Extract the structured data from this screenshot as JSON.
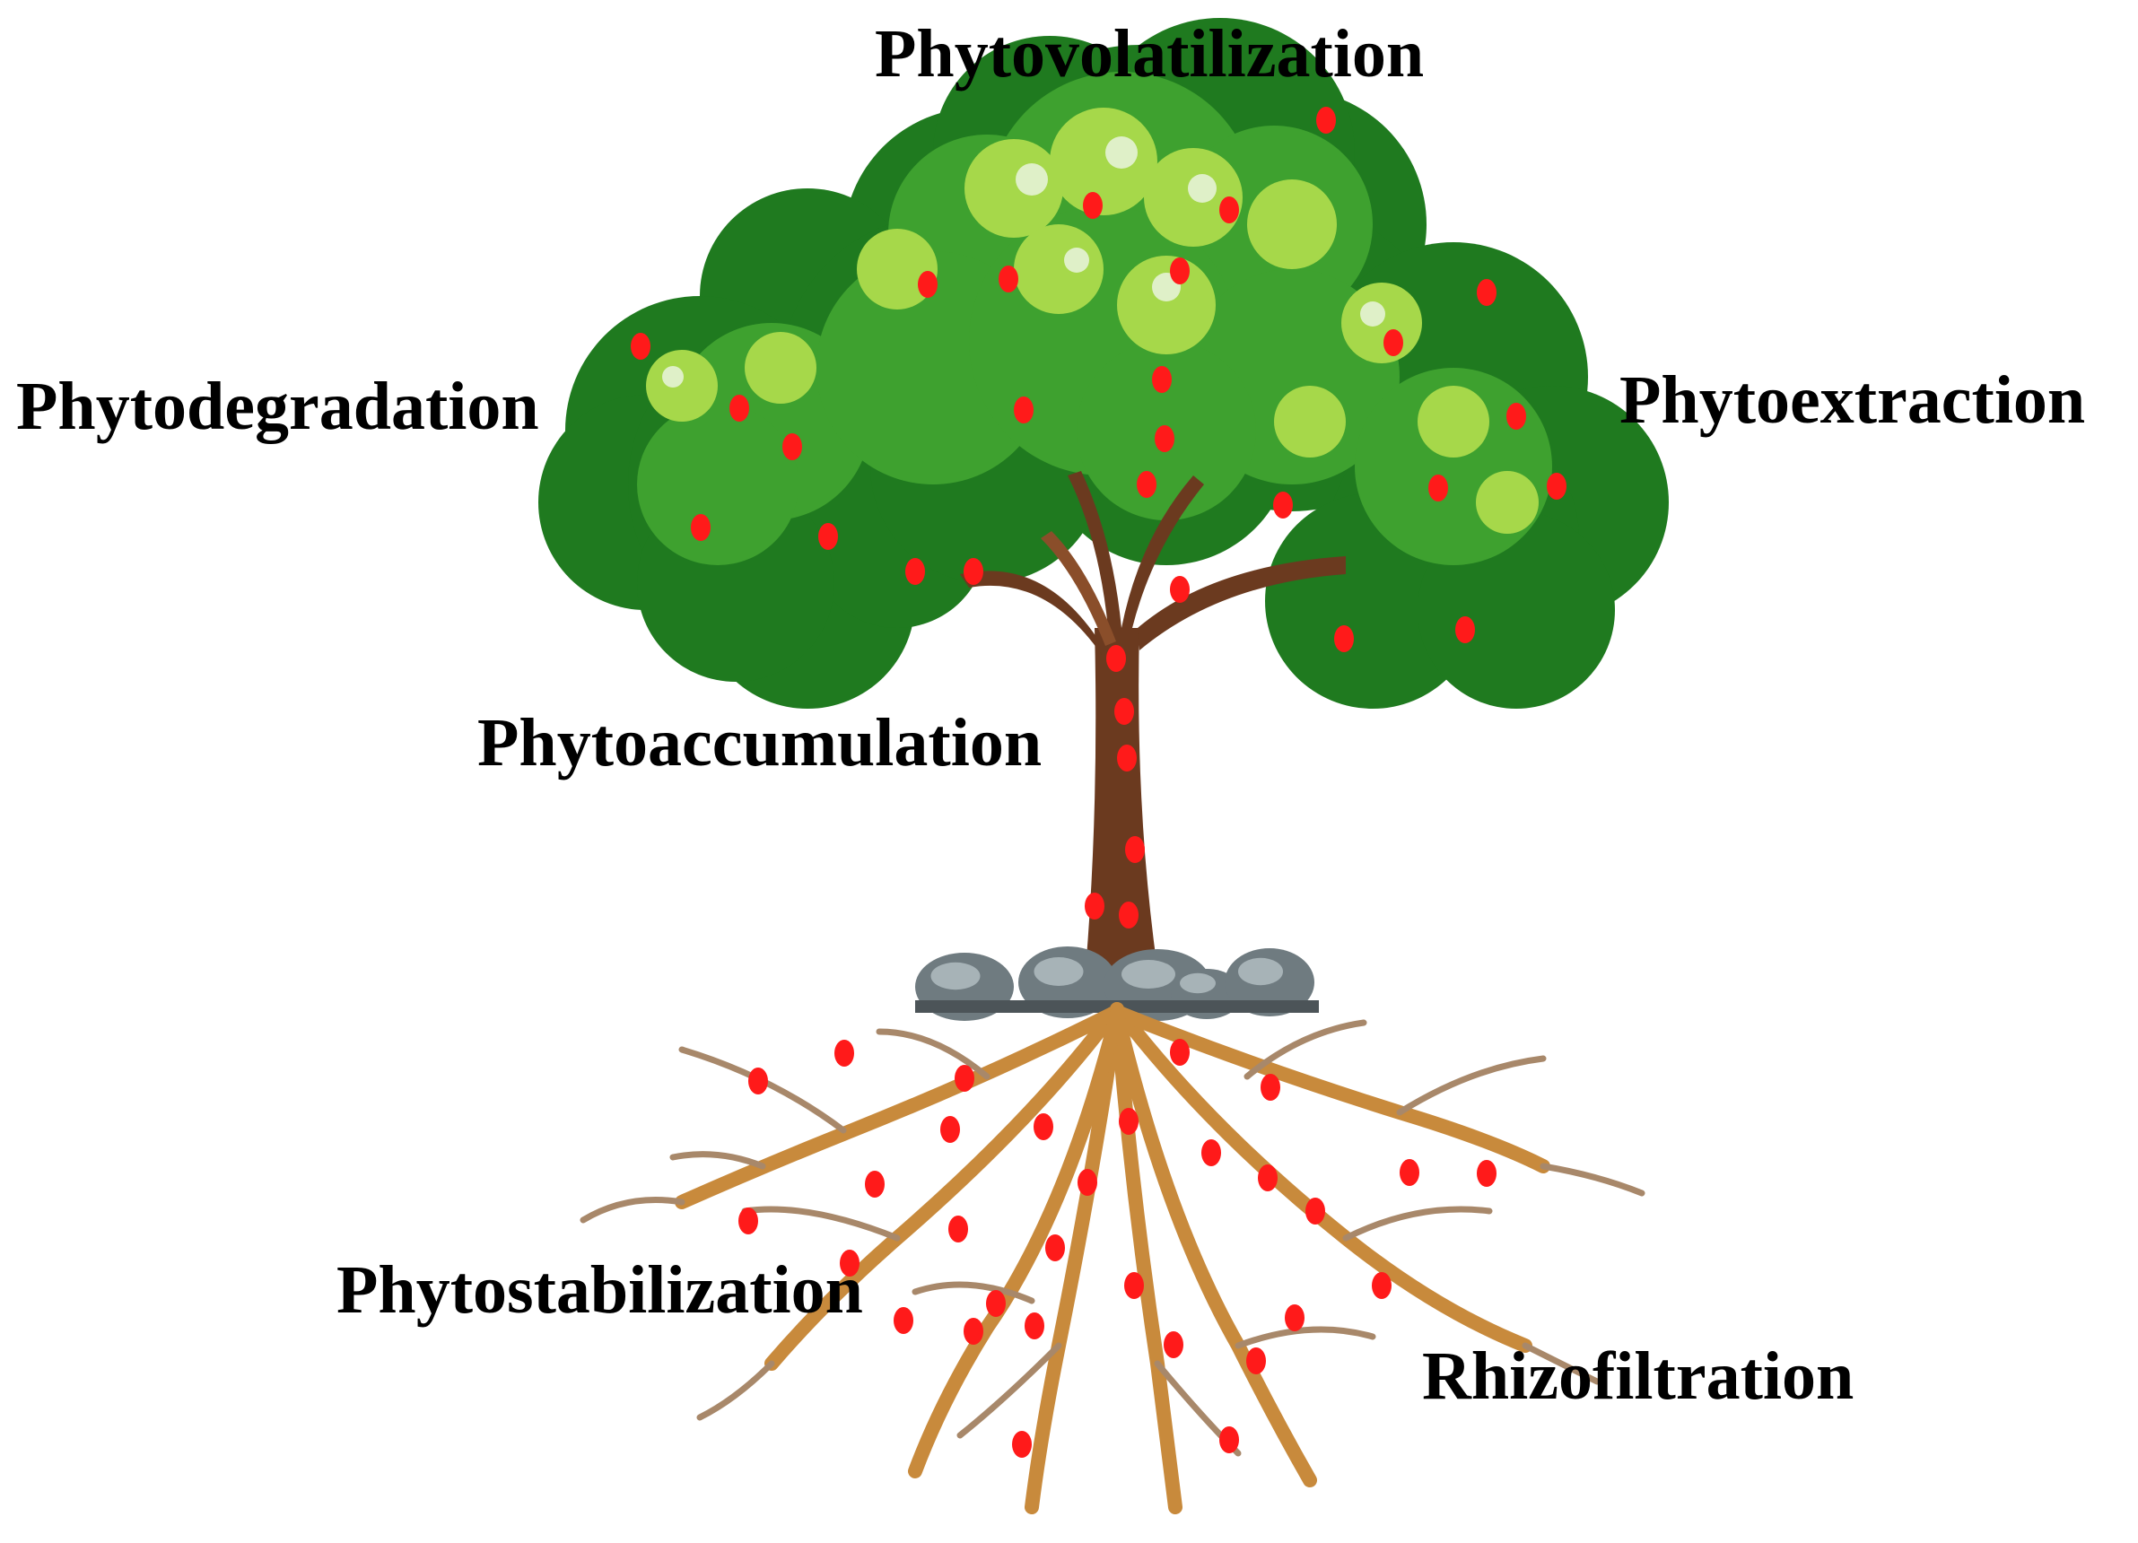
{
  "labels": {
    "phytovolatilization": "Phytovolatilization",
    "phytodegradation": "Phytodegradation",
    "phytoextraction": "Phytoextraction",
    "phytoaccumulation": "Phytoaccumulation",
    "phytostabilization": "Phytostabilization",
    "rhizofiltration": "Rhizofiltration"
  },
  "colors": {
    "leaf_dark": "#1f7a1f",
    "leaf_mid": "#3ea12f",
    "leaf_light": "#a6d84a",
    "leaf_highlight": "#dff0c8",
    "trunk": "#6b3a1f",
    "trunk_light": "#8a4e2a",
    "root": "#c88a3c",
    "root_fine": "#a8886a",
    "stone": "#6f7b80",
    "stone_light": "#a7b3b7",
    "contaminant": "#ff1a1a"
  }
}
